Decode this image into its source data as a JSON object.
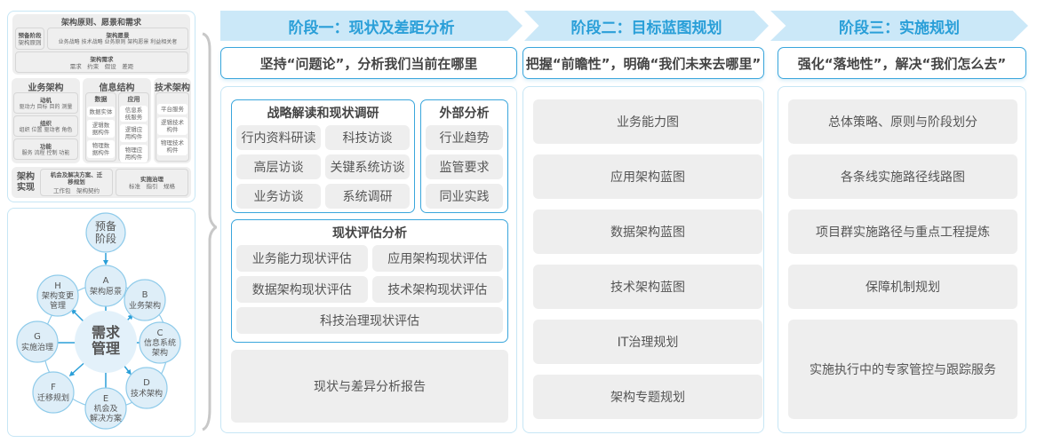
{
  "left_top": {
    "title": "架构原则、愿景和需求",
    "prelim": {
      "title": "预备阶段",
      "items": "架构原则"
    },
    "vision": {
      "title": "架构愿景",
      "items": "业务战略 技术战略 业务原则 架构愿景 利益相关者"
    },
    "requirements": {
      "title": "架构需求",
      "items": "需求　约束　假设　差距"
    },
    "business": {
      "title": "业务架构",
      "groups": [
        {
          "title": "动机",
          "items": "驱动力 目标 目的 测量"
        },
        {
          "title": "组织",
          "items": "组织 位置 驱动者 角色"
        },
        {
          "title": "功能",
          "items": "服务 流程 控制 功能"
        }
      ]
    },
    "info": {
      "title": "信息结构",
      "data": {
        "title": "数据",
        "items": [
          "数据实体",
          "逻辑数据构件",
          "物理数据构件"
        ]
      },
      "app": {
        "title": "应用",
        "items": [
          "信息系统服务",
          "逻辑应用构件",
          "物理应用构件"
        ]
      }
    },
    "tech": {
      "title": "技术架构",
      "items": [
        "平台服务",
        "逻辑技术构件",
        "物理技术构件"
      ]
    },
    "realization": {
      "title": "架构实现",
      "opportunity": {
        "title": "机会及解决方案、迁移规划",
        "items": "工作包　架构契约"
      },
      "governance": {
        "title": "实施治理",
        "items": "标准　指引　规格"
      }
    }
  },
  "cycle": {
    "center": [
      "需求",
      "管理"
    ],
    "prelim": [
      "预备",
      "阶段"
    ],
    "phases": [
      {
        "letter": "A",
        "label": [
          "架构愿景"
        ]
      },
      {
        "letter": "B",
        "label": [
          "业务架构"
        ]
      },
      {
        "letter": "C",
        "label": [
          "信息系统",
          "架构"
        ]
      },
      {
        "letter": "D",
        "label": [
          "技术架构"
        ]
      },
      {
        "letter": "E",
        "label": [
          "机会及",
          "解决方案"
        ]
      },
      {
        "letter": "F",
        "label": [
          "迁移规划"
        ]
      },
      {
        "letter": "G",
        "label": [
          "实施治理"
        ]
      },
      {
        "letter": "H",
        "label": [
          "架构变更",
          "管理"
        ]
      }
    ]
  },
  "stages": [
    {
      "title": "阶段一：现状及差距分析",
      "subtitle": "坚持“问题论”，分析我们当前在哪里"
    },
    {
      "title": "阶段二：目标蓝图规划",
      "subtitle": "把握“前瞻性”，明确“我们未来去哪里”"
    },
    {
      "title": "阶段三：实施规划",
      "subtitle": "强化“落地性”，解决“我们怎么去”"
    }
  ],
  "stage1": {
    "strategy": {
      "title": "战略解读和现状调研",
      "items": [
        "行内资料研读",
        "科技访谈",
        "高层访谈",
        "关键系统访谈",
        "业务访谈",
        "系统调研"
      ]
    },
    "external": {
      "title": "外部分析",
      "items": [
        "行业趋势",
        "监管要求",
        "同业实践"
      ]
    },
    "assessment": {
      "title": "现状评估分析",
      "items": [
        "业务能力现状评估",
        "应用架构现状评估",
        "数据架构现状评估",
        "技术架构现状评估",
        "科技治理现状评估"
      ]
    },
    "report": "现状与差异分析报告"
  },
  "stage2": {
    "items": [
      "业务能力图",
      "应用架构蓝图",
      "数据架构蓝图",
      "技术架构蓝图",
      "IT治理规划",
      "架构专题规划"
    ]
  },
  "stage3": {
    "items": [
      "总体策略、原则与阶段划分",
      "各条线实施路径线路图",
      "项目群实施路径与重点工程提炼",
      "保障机制规划",
      "实施执行中的专家管控与跟踪服务"
    ]
  },
  "colors": {
    "accent": "#3aa6dc",
    "stage_band": "#cbe8f8",
    "stage_text": "#2a9fd8",
    "item_bg": "#eeeeee",
    "circle_fill": "#deeef8"
  }
}
